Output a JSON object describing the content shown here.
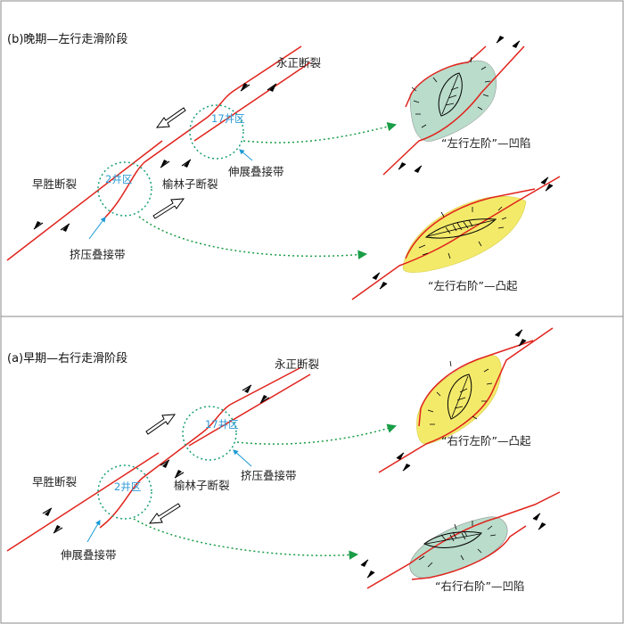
{
  "colors": {
    "fault": "#e0231c",
    "circle": "#1aa07a",
    "callout": "#1a9ad6",
    "blueLabel": "#2e9bd6",
    "arrowHead": "#1a9d47",
    "depression": "#b9dccb",
    "uplift": "#f3ea6a"
  },
  "panel_b": {
    "title": "(b)晚期—左行走滑阶段",
    "fault_yongzheng": "永正断裂",
    "fault_zaosheng": "早胜断裂",
    "fault_yulinzi": "榆林子断裂",
    "zone_17": "17井区",
    "zone_2": "2井区",
    "overlap_extension": "伸展叠接带",
    "overlap_compression": "挤压叠接带",
    "result_upper": "“左行左阶”—凹陷",
    "result_lower": "“左行右阶”—凸起"
  },
  "panel_a": {
    "title": "(a)早期—右行走滑阶段",
    "fault_yongzheng": "永正断裂",
    "fault_zaosheng": "早胜断裂",
    "fault_yulinzi": "榆林子断裂",
    "zone_17": "17井区",
    "zone_2": "2井区",
    "overlap_compression": "挤压叠接带",
    "overlap_extension": "伸展叠接带",
    "result_upper": "“右行左阶”—凸起",
    "result_lower": "“右行右阶”—凹陷"
  }
}
